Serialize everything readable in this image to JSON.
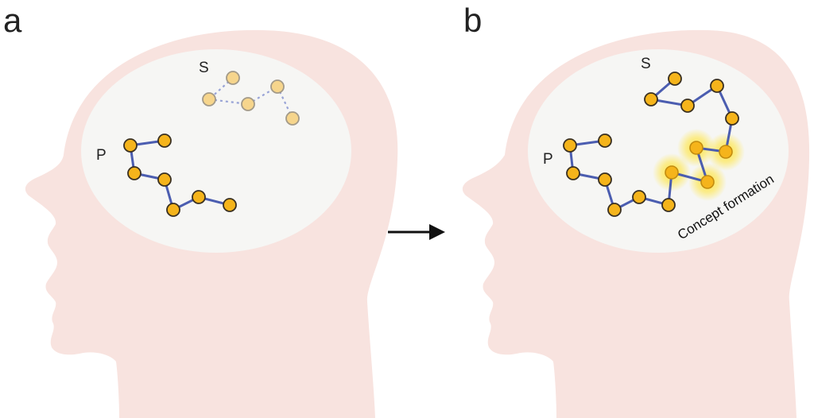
{
  "panels": [
    {
      "letter": "a",
      "label_s": "S",
      "label_p": "P"
    },
    {
      "letter": "b",
      "label_s": "S",
      "label_p": "P",
      "annotation": "Concept formation"
    }
  ],
  "colors": {
    "head": "#f8e3df",
    "brain": "#f6f6f4",
    "node_fill": "#f5b41b",
    "node_stroke": "#3a3020",
    "faded_node_fill": "#f6d58c",
    "faded_node_stroke": "#a39a88",
    "edge": "#4b5db0",
    "faded_edge": "#98a3d6",
    "glow": "#ffe43a",
    "arrow": "#111111",
    "text": "#222222"
  },
  "icons": {
    "arrow": "right-arrow-icon"
  }
}
